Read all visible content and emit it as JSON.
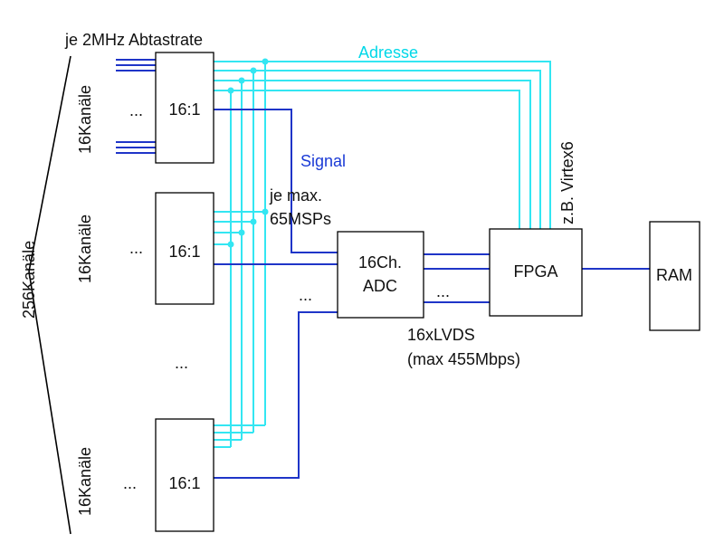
{
  "labels": {
    "sample_rate": "je 2MHz Abtastrate",
    "total_channels": "256Kanäle",
    "group_channels_1": "16Kanäle",
    "group_channels_2": "16Kanäle",
    "group_channels_3": "16Kanäle",
    "address": "Adresse",
    "signal": "Signal",
    "max_rate_line1": "je max.",
    "max_rate_line2": "65MSPs",
    "fpga_example": "z.B. Virtex6",
    "lvds_line1": "16xLVDS",
    "lvds_line2": "(max 455Mbps)",
    "ellipsis": "..."
  },
  "blocks": {
    "mux1": "16:1",
    "mux2": "16:1",
    "mux3": "16:1",
    "adc_line1": "16Ch.",
    "adc_line2": "ADC",
    "fpga": "FPGA",
    "ram": "RAM"
  },
  "colors": {
    "address_bus": "#33e6f2",
    "signal_bus": "#1f35c8",
    "outline": "#000000"
  }
}
